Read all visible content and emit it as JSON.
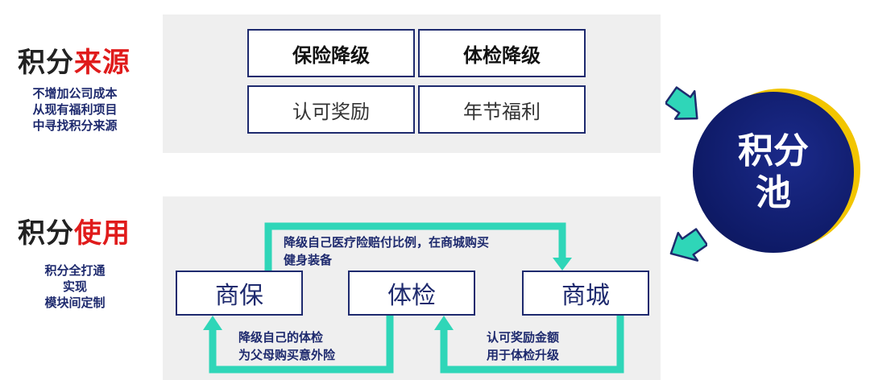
{
  "source_section": {
    "title_plain": "积分",
    "title_highlight": "来源",
    "description_lines": [
      "不增加公司成本",
      "从现有福利项目",
      "中寻找积分来源"
    ],
    "items": [
      "保险降级",
      "体检降级",
      "认可奖励",
      "年节福利"
    ]
  },
  "pool": {
    "line1": "积分",
    "line2": "池"
  },
  "usage_section": {
    "title_plain": "积分",
    "title_highlight": "使用",
    "description_lines": [
      "积分全打通",
      "实现",
      "模块间定制"
    ],
    "nodes": [
      "商保",
      "体检",
      "商城"
    ],
    "notes": {
      "top_line1": "降级自己医疗险赔付比例，在商城购买",
      "top_line2": "健身装备",
      "left_line1": "降级自己的体检",
      "left_line2": "为父母购买意外险",
      "right_line1": "认可奖励金额",
      "right_line2": "用于体检升级"
    }
  },
  "colors": {
    "accent_red": "#e01b1b",
    "navy": "#1e2a6e",
    "teal_arrow": "#2fd6b8",
    "panel_gray": "#efefef",
    "pool_gold": "#f2c500"
  }
}
